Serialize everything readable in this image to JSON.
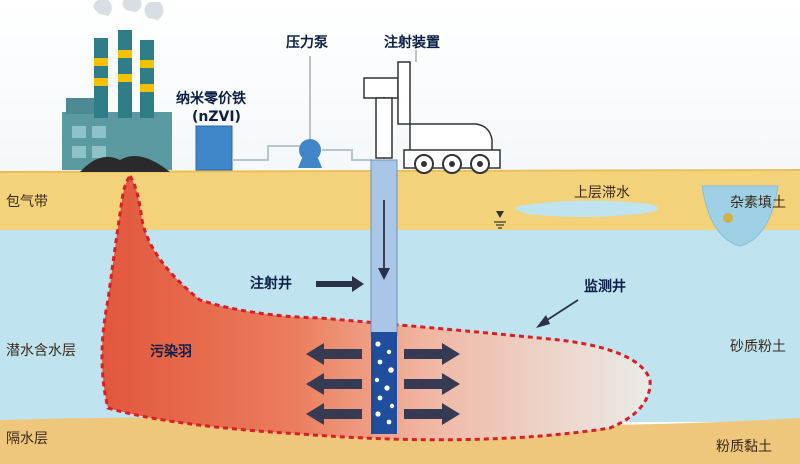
{
  "labels": {
    "factory_chem": "纳米零价铁",
    "factory_chem_abbr": "(nZVI)",
    "pump": "压力泵",
    "injector": "注射装置",
    "vadose_zone": "包气带",
    "perched_water": "上层滞水",
    "miscellaneous_fill": "杂素填土",
    "injection_well": "注射井",
    "monitoring_well": "监测井",
    "phreatic_aquifer": "潜水含水层",
    "plume": "污染羽",
    "silty_sand": "砂质粉土",
    "aquitard": "隔水层",
    "silty_clay": "粉质黏土"
  },
  "colors": {
    "vadose": "#f3d27a",
    "aquifer": "#bfe3ef",
    "aquitard": "#efc77c",
    "plume_start": "#e2573d",
    "plume_end": "#eae8e2",
    "plume_outline": "#d81f26",
    "arrow_dark": "#2a2f4a",
    "well_pipe": "#a9c6e6",
    "well_screen": "#1f4e9c",
    "tank": "#3f87c9"
  },
  "icons": [
    "factory-icon",
    "nzvi-tank-icon",
    "pump-icon",
    "drill-rig-icon",
    "water-table-icon",
    "flow-arrow-icon"
  ]
}
